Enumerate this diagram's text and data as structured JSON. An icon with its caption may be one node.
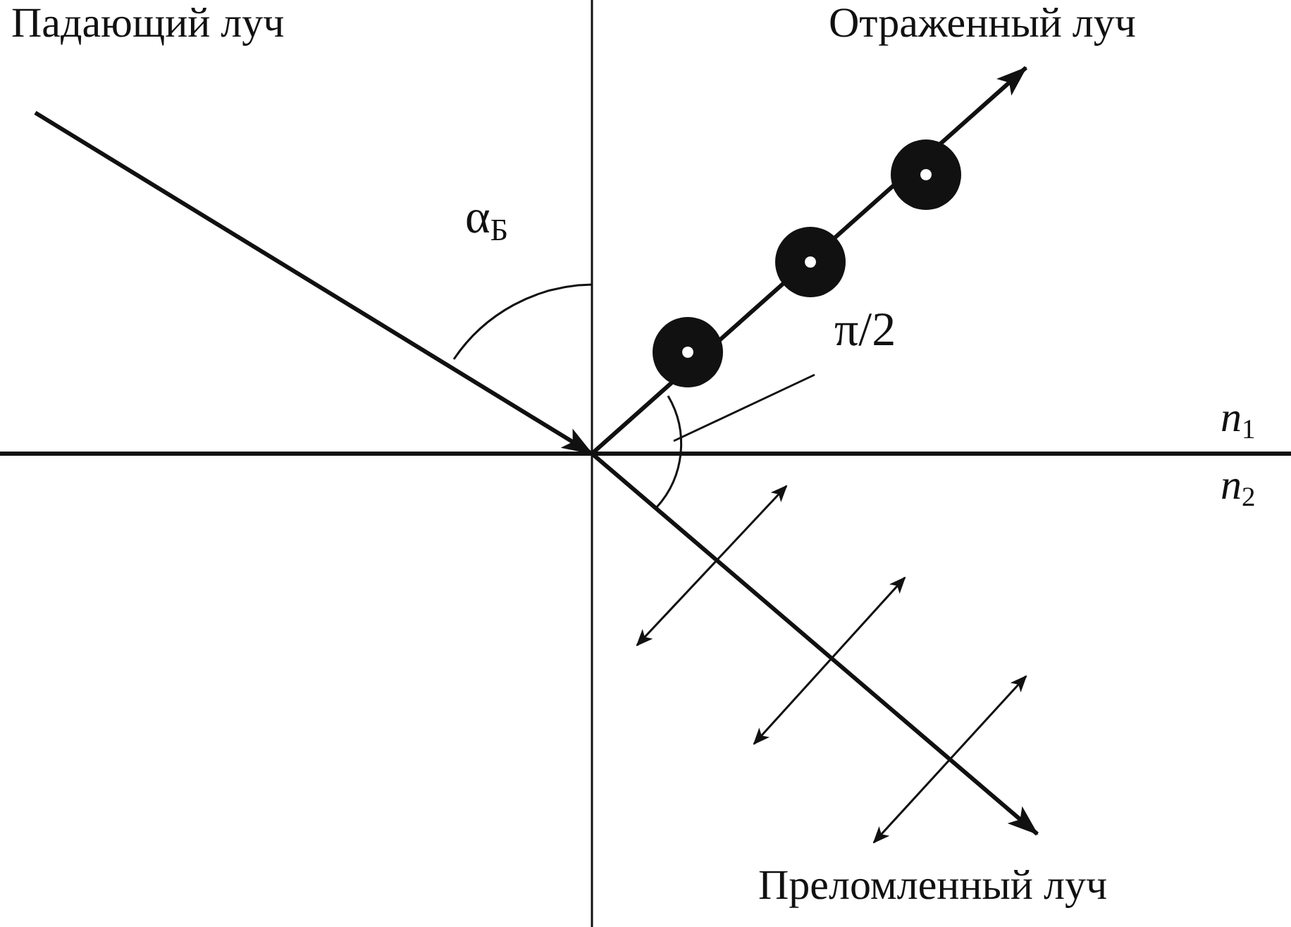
{
  "diagram": {
    "nodes": [
      {
        "text": [
          "π/2"
        ]
      },
      {
        "text": [],
        "shape": "arc"
      }
    ],
    "edges": [
      {
        "from": 0,
        "to": 1,
        "arrow": "none"
      }
    ],
    "labels": [
      "Падающий луч",
      "Отраженный луч",
      "α$_{Б}$",
      "*n*$_{1}$",
      "*n*$_{2}$",
      "Преломленный луч"
    ]
  }
}
